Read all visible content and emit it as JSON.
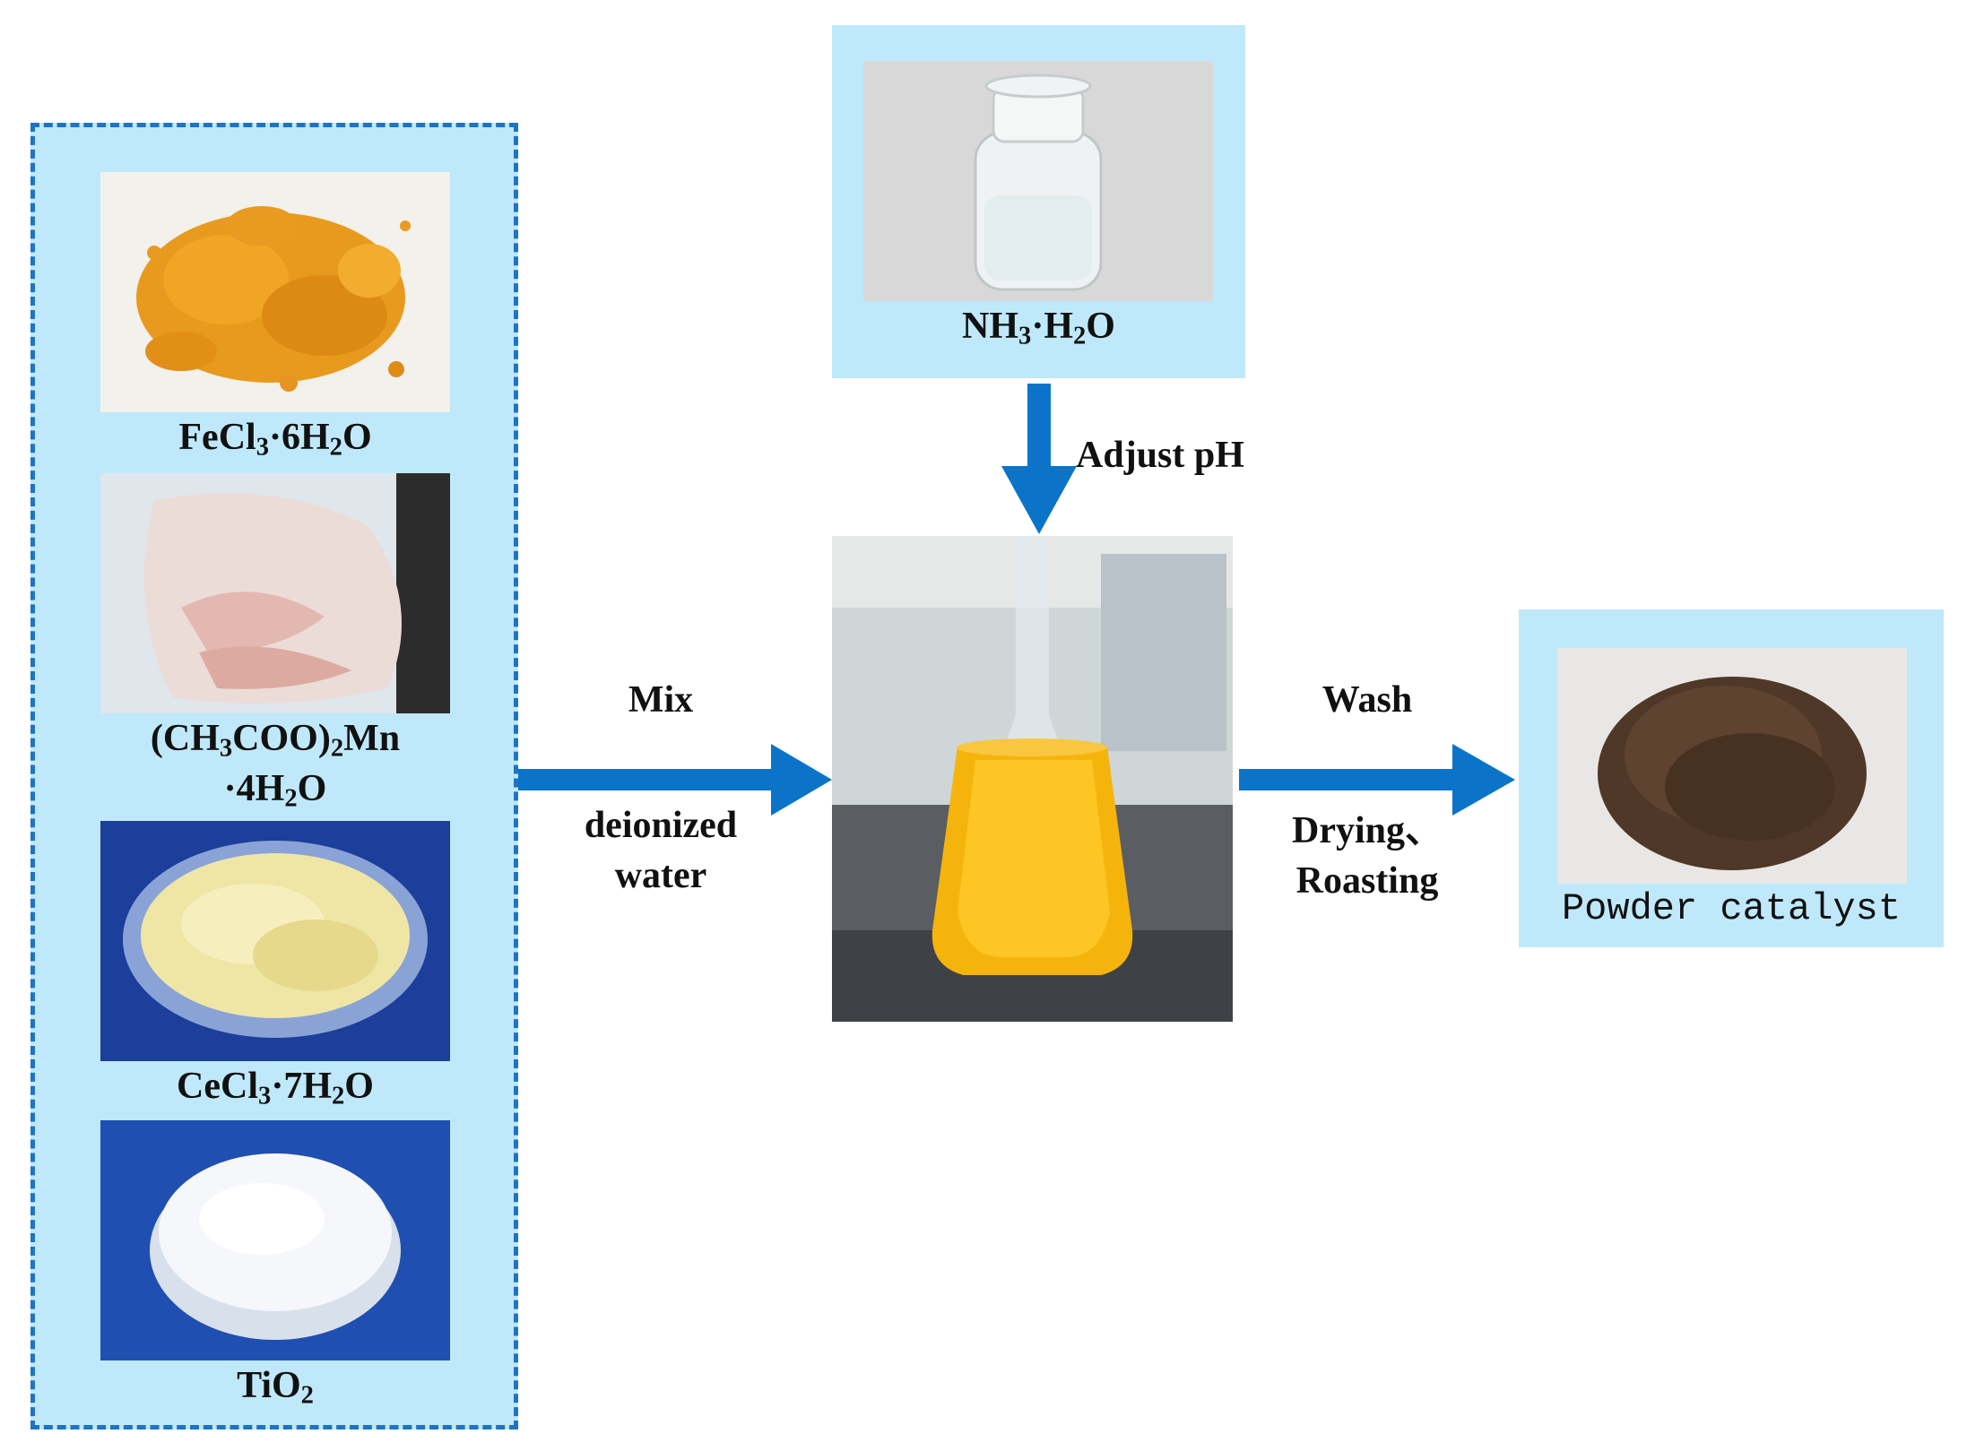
{
  "colors": {
    "panel": "#bfe9fb",
    "dash": "#1e74c3",
    "arrow": "#0b74c9"
  },
  "reagents": [
    {
      "sample": "FeCl3·6H2O photo",
      "label_parts": [
        "FeCl",
        "3",
        "·6H",
        "2",
        "O"
      ]
    },
    {
      "sample": "(CH3COO)2Mn·4H2O photo",
      "label_line1": [
        "(CH",
        "3",
        "COO)",
        "2",
        "Mn"
      ],
      "label_line2": [
        "·4H",
        "2",
        "O"
      ]
    },
    {
      "sample": "CeCl3·7H2O photo",
      "label_parts": [
        "CeCl",
        "3",
        "·7H",
        "2",
        "O"
      ]
    },
    {
      "sample": "TiO2 photo",
      "label_parts": [
        "TiO",
        "2"
      ]
    }
  ],
  "ammonia": {
    "label_parts": [
      "NH",
      "3",
      "·H",
      "2",
      "O"
    ]
  },
  "steps": {
    "mix": "Mix",
    "deionized_line1": "deionized",
    "deionized_line2": "water",
    "adjust_ph": "Adjust pH",
    "wash": "Wash",
    "drying": "Drying、",
    "roasting": "Roasting"
  },
  "product": {
    "label": "Powder catalyst"
  }
}
